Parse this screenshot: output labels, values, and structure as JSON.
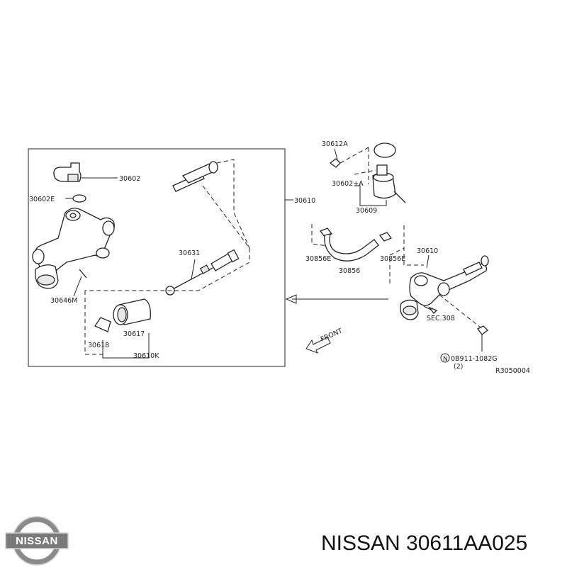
{
  "callouts": {
    "p30602": "30602",
    "p30602E": "30602E",
    "p30646M": "30646M",
    "p30631": "30631",
    "p30617": "30617",
    "p30618": "30618",
    "p30610K": "30610K",
    "p30610_main": "30610",
    "p30612A": "30612A",
    "p30602A": "30602+A",
    "p30609": "30609",
    "p30856E_left": "30856E",
    "p30856E_right": "30856E",
    "p30856": "30856",
    "p30610_right": "30610",
    "sec308": "SEC.308",
    "bolt": "0B911-1082G",
    "bolt_qty": "(2)",
    "front": "FRONT",
    "drawing_ref": "R3050004"
  },
  "logo": {
    "text": "NISSAN"
  },
  "caption": {
    "text": "NISSAN 30611AA025"
  }
}
